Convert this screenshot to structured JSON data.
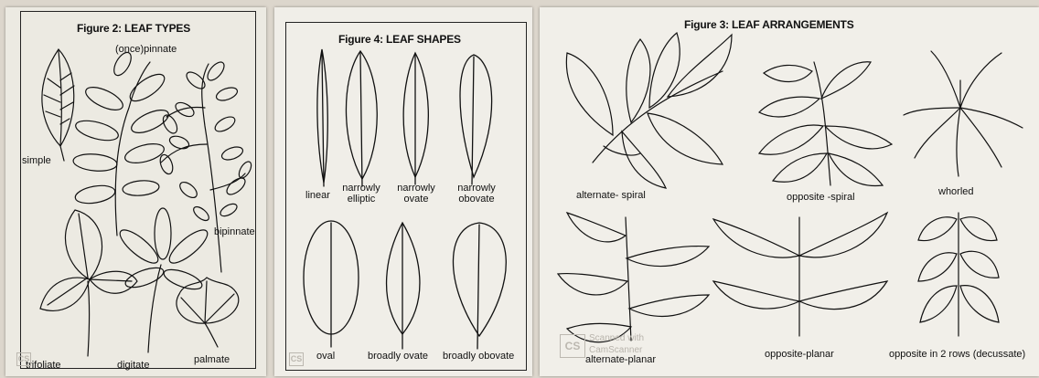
{
  "panels": {
    "leaf_types": {
      "title": "Figure 2: LEAF TYPES",
      "labels": {
        "pinnate": "(once)pinnate",
        "simple": "simple",
        "bipinnate": "bipinnate",
        "trifoliate": "trifoliate",
        "digitate": "digitate",
        "palmate": "palmate"
      }
    },
    "leaf_shapes": {
      "title": "Figure 4: LEAF SHAPES",
      "labels": {
        "linear": "linear",
        "narrowly_elliptic_1": "narrowly",
        "narrowly_elliptic_2": "elliptic",
        "narrowly_ovate_1": "narrowly",
        "narrowly_ovate_2": "ovate",
        "narrowly_obovate_1": "narrowly",
        "narrowly_obovate_2": "obovate",
        "oval": "oval",
        "broadly_ovate": "broadly ovate",
        "broadly_obovate": "broadly obovate"
      }
    },
    "leaf_arrangements": {
      "title": "Figure 3: LEAF ARRANGEMENTS",
      "labels": {
        "alternate_spiral": "alternate- spiral",
        "opposite_spiral": "opposite -spiral",
        "whorled": "whorled",
        "alternate_planar": "alternate-planar",
        "opposite_planar": "opposite-planar",
        "opposite_2_rows": "opposite in 2 rows (decussate)"
      }
    }
  },
  "watermark": {
    "badge": "CS",
    "line1": "Scanned with",
    "line2": "CamScanner"
  }
}
